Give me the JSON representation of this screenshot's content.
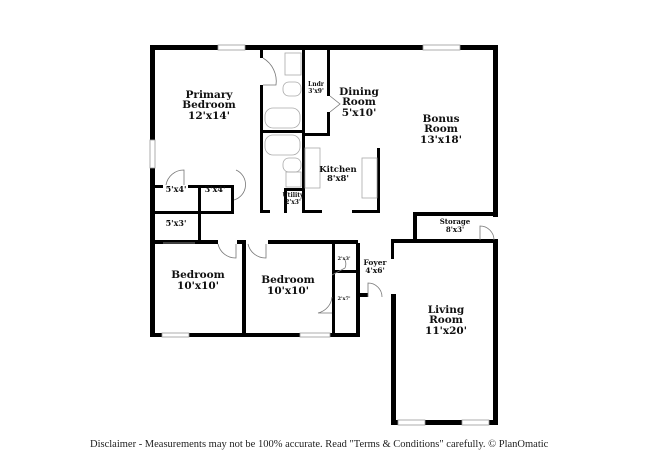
{
  "rooms": [
    {
      "name": "Primary",
      "name2": "Bedroom",
      "size": "12'x14'"
    },
    {
      "name": "Dining",
      "name2": "Room",
      "size": "5'x10'"
    },
    {
      "name": "Bonus",
      "name2": "Room",
      "size": "13'x18'"
    },
    {
      "name": "Kitchen",
      "size": "8'x8'"
    },
    {
      "name": "Lndr",
      "size": "3'x9'"
    },
    {
      "name": "Utility",
      "size": "2'x3'"
    },
    {
      "name": "Storage",
      "size": "8'x3'"
    },
    {
      "name": "Foyer",
      "size": "4'x6'"
    },
    {
      "name": "Bedroom",
      "size": "10'x10'"
    },
    {
      "name": "Bedroom",
      "size": "10'x10'"
    },
    {
      "name": "Living",
      "name2": "Room",
      "size": "11'x20'"
    }
  ],
  "closets": [
    "5'x4'",
    "3'x4'",
    "5'x3'",
    "2'x3'",
    "2'x7'"
  ],
  "disclaimer": "Disclaimer - Measurements may not be 100% accurate. Read \"Terms & Conditions\" carefully. © PlanOmatic"
}
